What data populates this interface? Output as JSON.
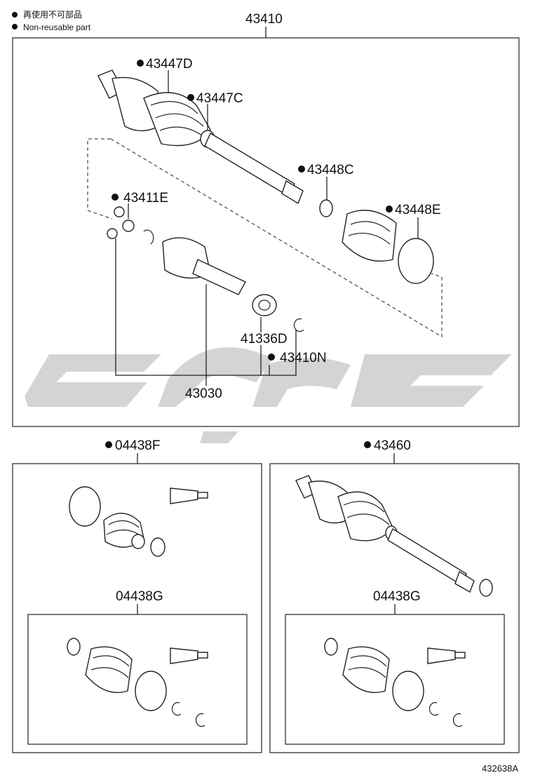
{
  "legend": {
    "line1": "再使用不可部品",
    "line2": "Non-reusable part",
    "marker_color": "#111111"
  },
  "assembly": {
    "number": "43410"
  },
  "parts": {
    "p43447D": {
      "label": "43447D",
      "non_reusable": true
    },
    "p43447C": {
      "label": "43447C",
      "non_reusable": true
    },
    "p43448C": {
      "label": "43448C",
      "non_reusable": true
    },
    "p43448E": {
      "label": "43448E",
      "non_reusable": true
    },
    "p43411E": {
      "label": "43411E",
      "non_reusable": true
    },
    "p41336D": {
      "label": "41336D",
      "non_reusable": false
    },
    "p43410N": {
      "label": "43410N",
      "non_reusable": true
    },
    "p43030": {
      "label": "43030",
      "non_reusable": false
    },
    "p04438F": {
      "label": "04438F",
      "non_reusable": true
    },
    "p43460": {
      "label": "43460",
      "non_reusable": true
    },
    "p04438G_left": {
      "label": "04438G",
      "non_reusable": false
    },
    "p04438G_right": {
      "label": "04438G",
      "non_reusable": false
    }
  },
  "watermark": {
    "color": "#d4d4d4"
  },
  "diagram_code": "432638A"
}
